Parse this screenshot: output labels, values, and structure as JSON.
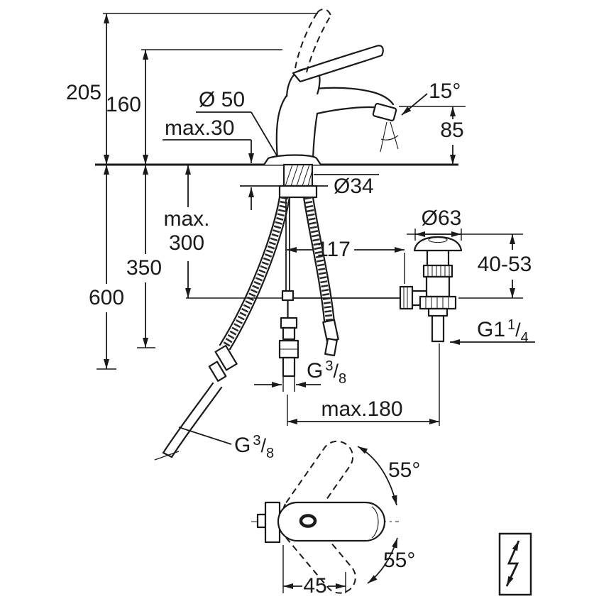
{
  "colors": {
    "line": "#1a1a1a",
    "background": "#ffffff"
  },
  "icons": {
    "flash_symbol": "lightning-bolt-double-arrow"
  },
  "dims": {
    "h205": "205",
    "h160": "160",
    "dia50": "Ø 50",
    "max30": "max.30",
    "angle15": "15°",
    "h85": "85",
    "dia34": "Ø34",
    "max300_line1": "max.",
    "max300_line2": "300",
    "h350": "350",
    "h600": "600",
    "w117": "117",
    "dia63": "Ø63",
    "range40_53": "40-53",
    "w_max180": "max.180",
    "w45": "45",
    "angle55_upper": "55°",
    "angle55_lower": "55°"
  },
  "threads": {
    "g38": {
      "base": "G",
      "numerator": "3",
      "slash": "/",
      "denominator": "8"
    },
    "g114": {
      "base": "G1",
      "numerator": "1",
      "slash": "/",
      "denominator": "4"
    }
  }
}
